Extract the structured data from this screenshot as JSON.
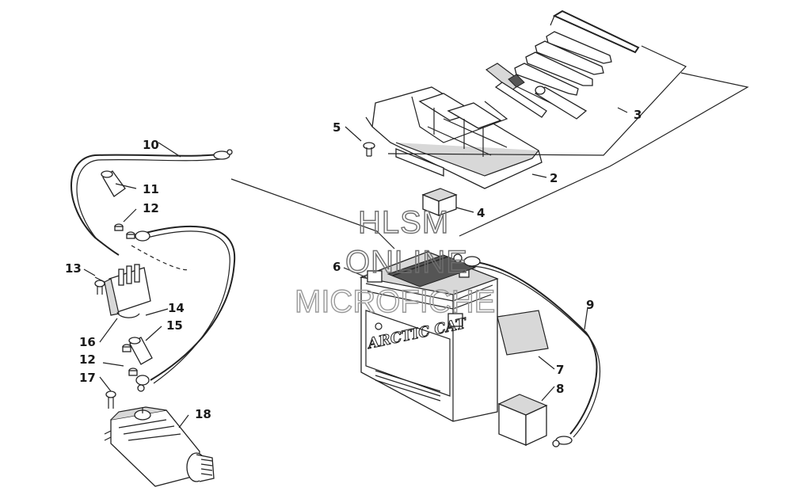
{
  "callouts": {
    "c1": "10",
    "c2": "11",
    "c3": "12",
    "c4": "13",
    "c5": "14",
    "c6": "15",
    "c7": "16",
    "c8": "12",
    "c9": "17",
    "c10": "18",
    "c11": "5",
    "c12": "2",
    "c13": "3",
    "c14": "4",
    "c15": "6",
    "c16": "9",
    "c17": "7",
    "c18": "8"
  },
  "watermark": {
    "line1": "HLSM",
    "line2": "ONLINE",
    "line3": "MICROFICHE"
  },
  "battery_label": {
    "brand": "ARCTIC CAT"
  },
  "colors": {
    "line": "#222222",
    "watermark": "#6f6f6f"
  }
}
